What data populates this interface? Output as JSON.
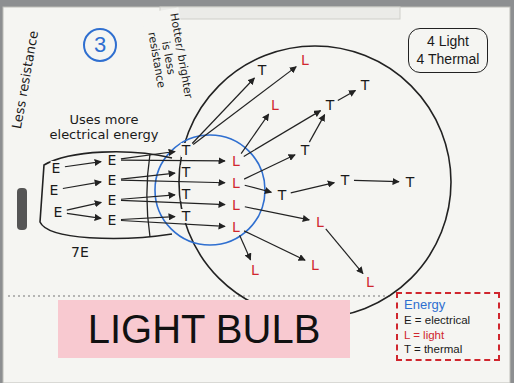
{
  "diagram": {
    "nodes": [
      {
        "text": [
          "3"
        ]
      },
      {
        "text": [
          "4 Light",
          "4 Thermal"
        ]
      },
      {
        "text": [
          "Energy",
          "E = electrical",
          "L = light",
          "T = thermal"
        ]
      },
      {
        "text": [
          "LIGHT BULB"
        ]
      }
    ],
    "labels": [
      "Less resistance",
      "Hotter/ brighter is less resistance",
      "Uses more electrical energy",
      "7E",
      "E",
      "E",
      "E",
      "E",
      "E",
      "E",
      "E",
      "T",
      "T",
      "T",
      "T",
      "T",
      "T",
      "T",
      "T",
      "T",
      "T",
      "T",
      "L",
      "L",
      "L",
      "L",
      "L",
      "L",
      "L",
      "L",
      "L",
      "L"
    ]
  }
}
